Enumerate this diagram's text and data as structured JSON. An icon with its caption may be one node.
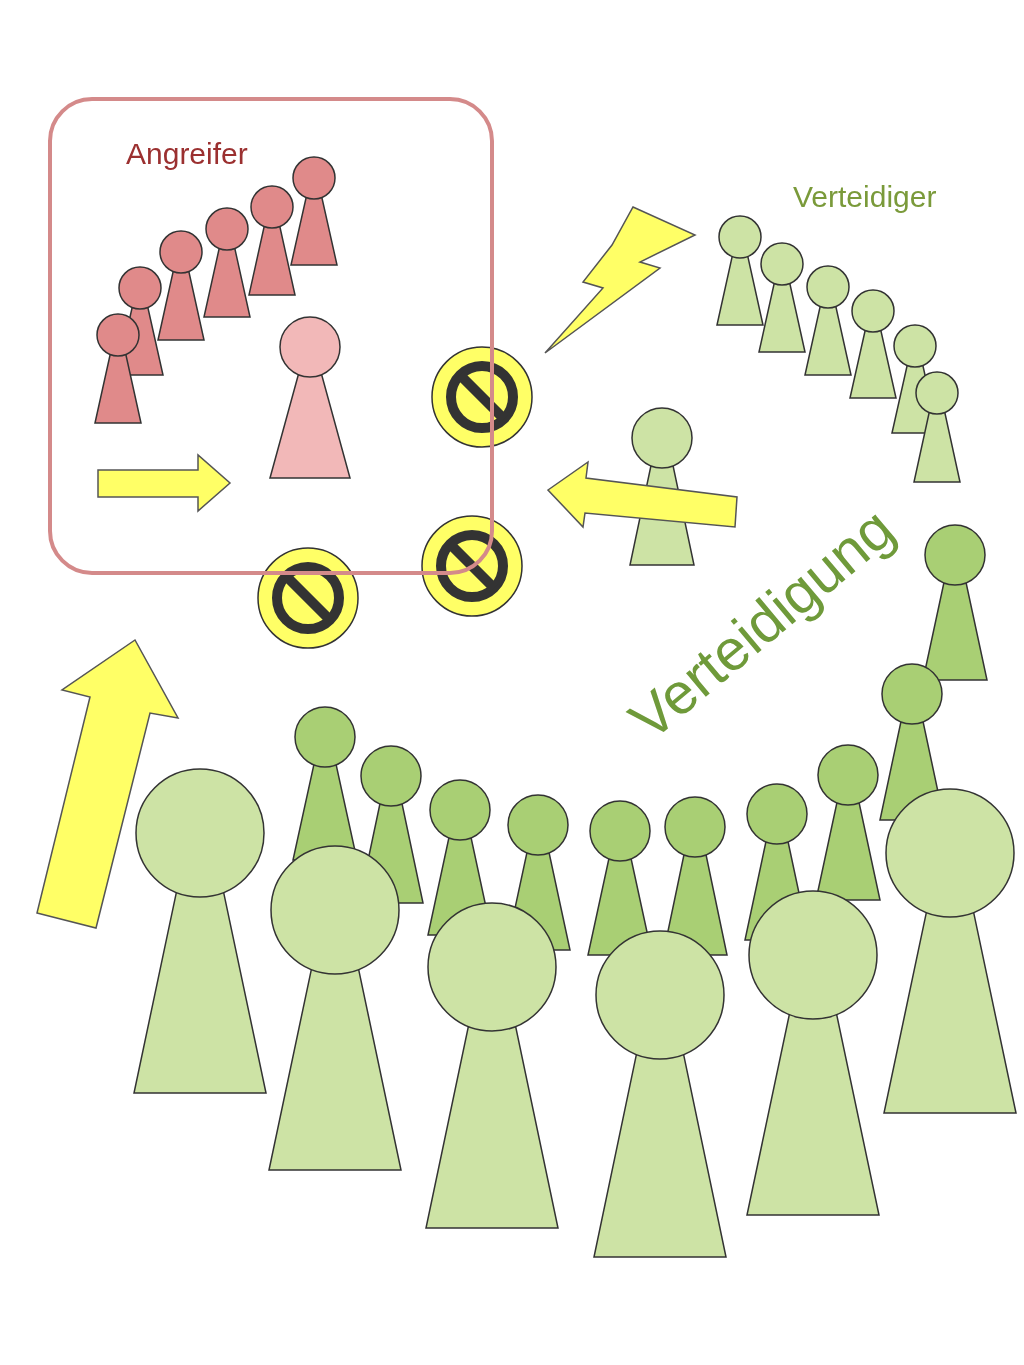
{
  "diagram": {
    "nodes": [
      {
        "text": [
          "Angreifer"
        ]
      }
    ],
    "labels": [
      "Verteidiger",
      "Verteidigung"
    ]
  }
}
